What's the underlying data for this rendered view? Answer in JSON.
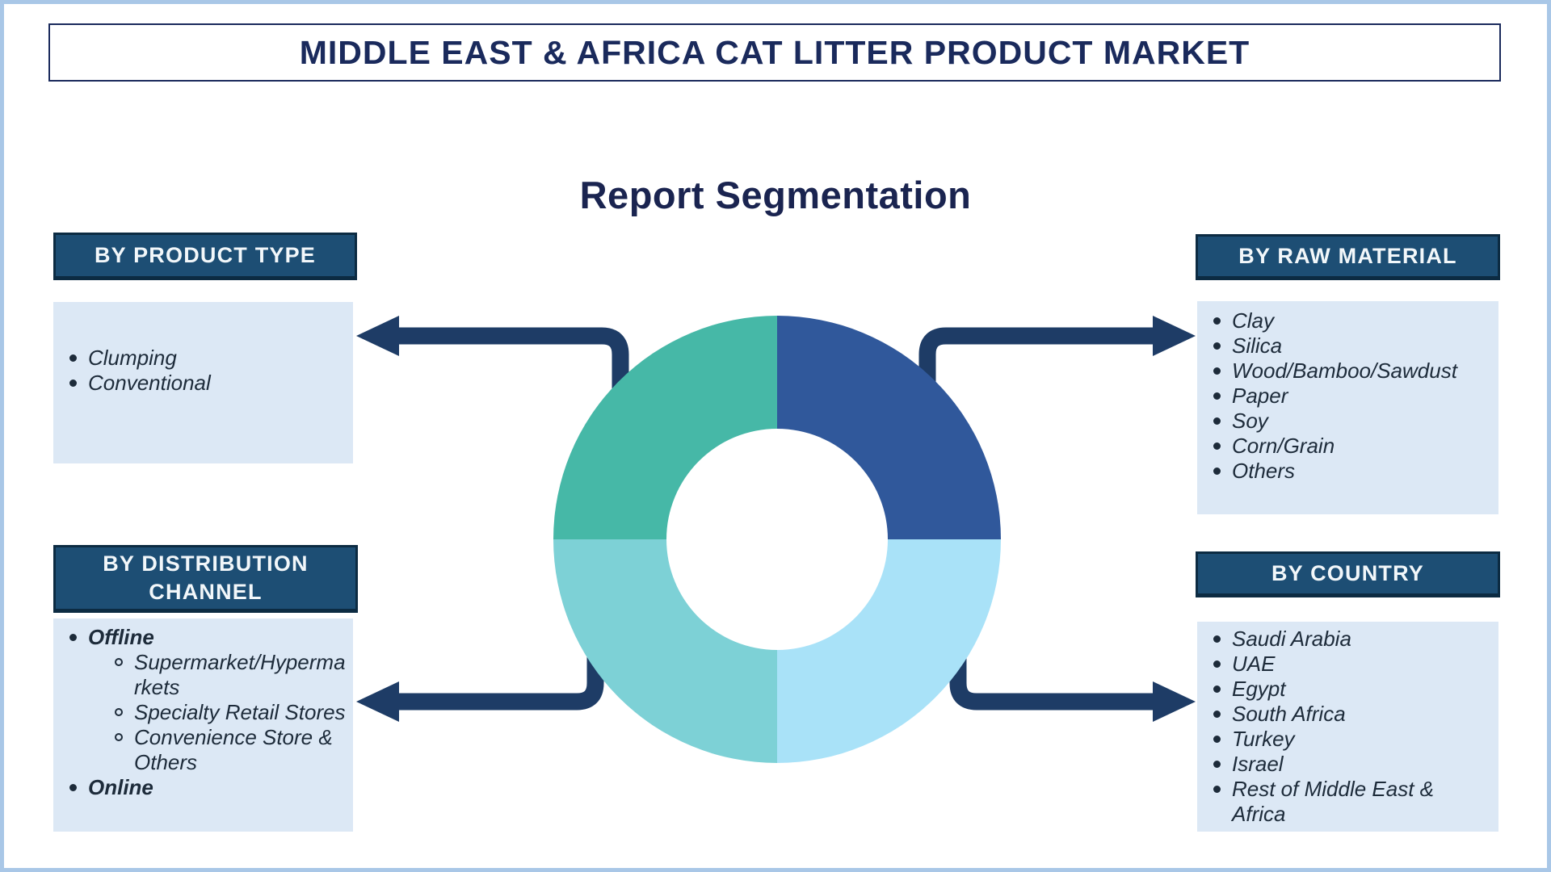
{
  "title": "MIDDLE EAST & AFRICA CAT LITTER PRODUCT MARKET",
  "subtitle": "Report Segmentation",
  "sections": {
    "product_type": {
      "header": "BY PRODUCT TYPE",
      "items": [
        "Clumping",
        "Conventional"
      ]
    },
    "raw_material": {
      "header": "BY RAW MATERIAL",
      "items": [
        "Clay",
        "Silica",
        "Wood/Bamboo/Sawdust",
        "Paper",
        "Soy",
        "Corn/Grain",
        "Others"
      ]
    },
    "distribution_channel": {
      "header": "BY DISTRIBUTION CHANNEL",
      "items": [
        {
          "label": "Offline",
          "children": [
            "Supermarket/Hypermarkets",
            "Specialty Retail Stores",
            "Convenience Store & Others"
          ]
        },
        {
          "label": "Online",
          "children": []
        }
      ]
    },
    "country": {
      "header": "BY COUNTRY",
      "items": [
        "Saudi Arabia",
        "UAE",
        "Egypt",
        "South Africa",
        "Turkey",
        "Israel",
        "Rest of Middle East & Africa"
      ]
    }
  },
  "chart_data": {
    "type": "pie",
    "subtype": "donut",
    "values": [
      25,
      25,
      25,
      25
    ],
    "labels": [
      "top-right-quadrant",
      "bottom-right-quadrant",
      "bottom-left-quadrant",
      "top-left-quadrant"
    ],
    "colors": [
      "#30589B",
      "#A9E2F8",
      "#7DD1D6",
      "#46B8A7"
    ],
    "title": "",
    "note": "decorative four-quadrant donut linking the four segmentation panels; no numeric labels shown"
  },
  "colors": {
    "frame_border": "#A9C7E7",
    "title_text": "#1A2A5C",
    "header_bg": "#1D4E74",
    "header_border": "#0C2B42",
    "header_text": "#F2F7FA",
    "panel_bg": "#DCE8F5",
    "list_text": "#1D2B3A",
    "arrow": "#1E3C66"
  }
}
